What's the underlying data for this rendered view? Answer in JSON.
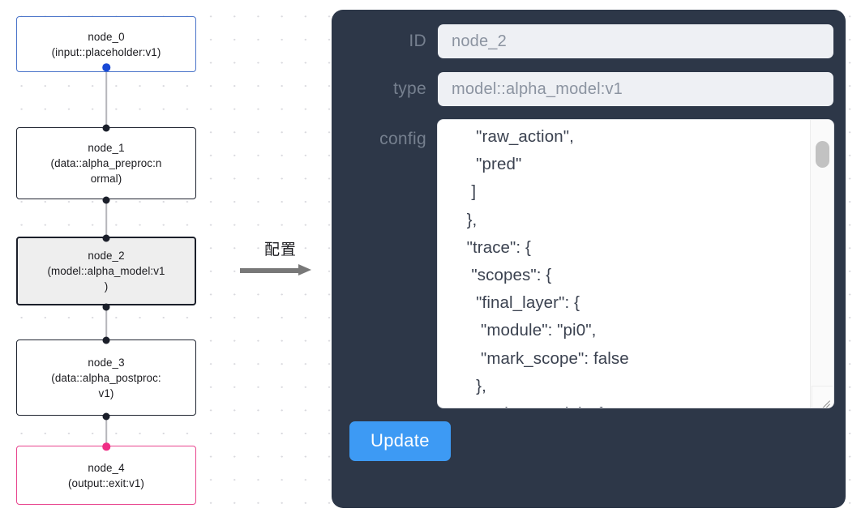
{
  "graph": {
    "nodes": [
      {
        "id": "node_0",
        "type": "(input::placeholder:v1)",
        "state": "start"
      },
      {
        "id": "node_1",
        "type": "(data::alpha_preproc:normal)",
        "type_display": "(data::alpha_preproc:n\normal)",
        "state": "normal"
      },
      {
        "id": "node_2",
        "type": "(model::alpha_model:v1)",
        "type_display": "(model::alpha_model:v1\n)",
        "state": "selected"
      },
      {
        "id": "node_3",
        "type": "(data::alpha_postproc:v1)",
        "type_display": "(data::alpha_postproc:\nv1)",
        "state": "normal"
      },
      {
        "id": "node_4",
        "type": "(output::exit:v1)",
        "state": "end"
      }
    ],
    "edges": [
      {
        "from": "node_0",
        "to": "node_1"
      },
      {
        "from": "node_1",
        "to": "node_2"
      },
      {
        "from": "node_2",
        "to": "node_3"
      },
      {
        "from": "node_3",
        "to": "node_4"
      }
    ],
    "colors": {
      "start_border": "#4a74c9",
      "start_handle": "#1849d6",
      "end_border": "#e8458e",
      "end_handle": "#ef2d85",
      "node_border": "#1f2430",
      "selected_fill": "#eeeeee",
      "edge": "#b6b6bb"
    }
  },
  "annotation": {
    "label": "配置",
    "arrow_icon": "right-arrow-icon"
  },
  "panel": {
    "background_color": "#2d3748",
    "fields": [
      {
        "key": "id",
        "label": "ID",
        "value": "node_2"
      },
      {
        "key": "type",
        "label": "type",
        "value": "model::alpha_model:v1"
      },
      {
        "key": "config",
        "label": "config"
      }
    ],
    "config_textarea": {
      "value": "    \"raw_action\",\n    \"pred\"\n   ]\n  },\n  \"trace\": {\n   \"scopes\": {\n    \"final_layer\": {\n     \"module\": \"pi0\",\n     \"mark_scope\": false\n    },\n    \"action_model\": {",
      "scroll_position": "middle",
      "has_scrollbar": true,
      "has_resize_handle": true
    },
    "update_button": {
      "label": "Update",
      "color": "#3d9af4"
    }
  }
}
